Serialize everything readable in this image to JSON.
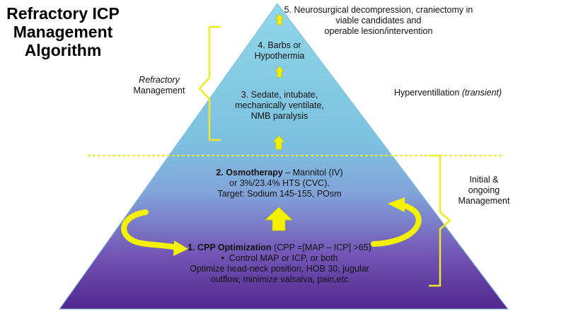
{
  "title": {
    "line1": "Refractory ICP",
    "line2": "Management",
    "line3": "Algorithm"
  },
  "tiers": {
    "t5": {
      "line1": "5. Neurosurgical decompression, craniectomy in",
      "line2": "viable candidates and",
      "line3": "operable lesion/intervention"
    },
    "t4": {
      "line1": "4. Barbs or",
      "line2": "Hypothermia"
    },
    "t3": {
      "line1": "3. Sedate, intubate,",
      "line2": "mechanically ventilate,",
      "line3": "NMB paralysis"
    },
    "t2": {
      "title": "2. Osmotherapy",
      "line1_rest": " – Mannitol (IV)",
      "line2": "or 3%/23.4% HTS (CVC).",
      "line3": "Target: Sodium 145-155, POsm"
    },
    "t1": {
      "title": "1. CPP Optimization",
      "title_rest": " (CPP =[MAP – ICP] >65)",
      "bullet_symbol": "•",
      "line2": "Control MAP or ICP, or both",
      "line3": "Optimize head-neck position, HOB 30, jugular",
      "line4": "outflow, minimize valsalva, pain,etc"
    }
  },
  "labels": {
    "refractory": {
      "line1": "Refractory",
      "line2": "Management"
    },
    "hyperventilation": {
      "text": "Hyperventillation ",
      "italic": "(transient)"
    },
    "initial": {
      "line1": "Initial &",
      "line2": "ongoing",
      "line3": "Management"
    }
  },
  "colors": {
    "pyramid_top": "#87d3e6",
    "pyramid_mid": "#78b3df",
    "pyramid_bottom": "#5a2d98",
    "arrow_yellow": "#f4f100",
    "bracket_yellow": "#ecea27",
    "dotted_line": "#eaea2c"
  }
}
